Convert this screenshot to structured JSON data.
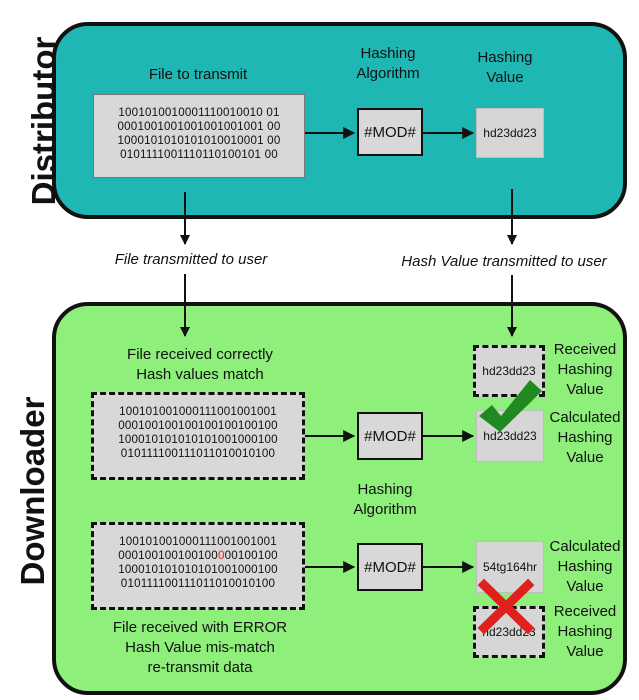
{
  "distributor": {
    "title": "Distributor",
    "file_label": "File to transmit",
    "algo_label": [
      "Hashing",
      "Algorithm"
    ],
    "value_label": [
      "Hashing",
      "Value"
    ],
    "binary": [
      "1001010010001110010010 01",
      "0001001001001001001001 00",
      "1000101010101010010001 00",
      "0101111001110110100101 00"
    ],
    "mod": "#MOD#",
    "hash": "hd23dd23"
  },
  "transfer": {
    "file_label": "File transmitted to user",
    "hash_label": "Hash Value transmitted to user"
  },
  "downloader": {
    "title": "Downloader",
    "correct_caption": [
      "File received correctly",
      "Hash values match"
    ],
    "received_label": [
      "Received",
      "Hashing",
      "Value"
    ],
    "received_hash_top": "hd23dd23",
    "calculated_label": [
      "Calculated",
      "Hashing",
      "Value"
    ],
    "calculated_hash_top": "hd23dd23",
    "algo_label": [
      "Hashing",
      "Algorithm"
    ],
    "mod": "#MOD#",
    "binary_ok": [
      "100101001000111001001001",
      "000100100100100100100100",
      "100010101010101001000100",
      "010111100111011010010100"
    ],
    "binary_err": {
      "line1": "100101001000111001001001",
      "line2_pre": "000100100100100",
      "line2_err": "0",
      "line2_post": "00100100",
      "line3": "100010101010101001000100",
      "line4": "010111100111011010010100"
    },
    "calculated_label_bottom": [
      "Calculated",
      "Hashing",
      "Value"
    ],
    "calculated_hash_bottom": "54tg164hr",
    "received_label_bottom": [
      "Received",
      "Hashing",
      "Value"
    ],
    "received_hash_bottom": "hd23dd23",
    "error_caption": [
      "File received with ERROR",
      "Hash Value mis-match",
      "re-transmit data"
    ]
  },
  "colors": {
    "distributor_bg": "#1fb7b4",
    "downloader_bg": "#8ef07a",
    "check": "#1f8a1f",
    "cross": "#e0201c"
  }
}
